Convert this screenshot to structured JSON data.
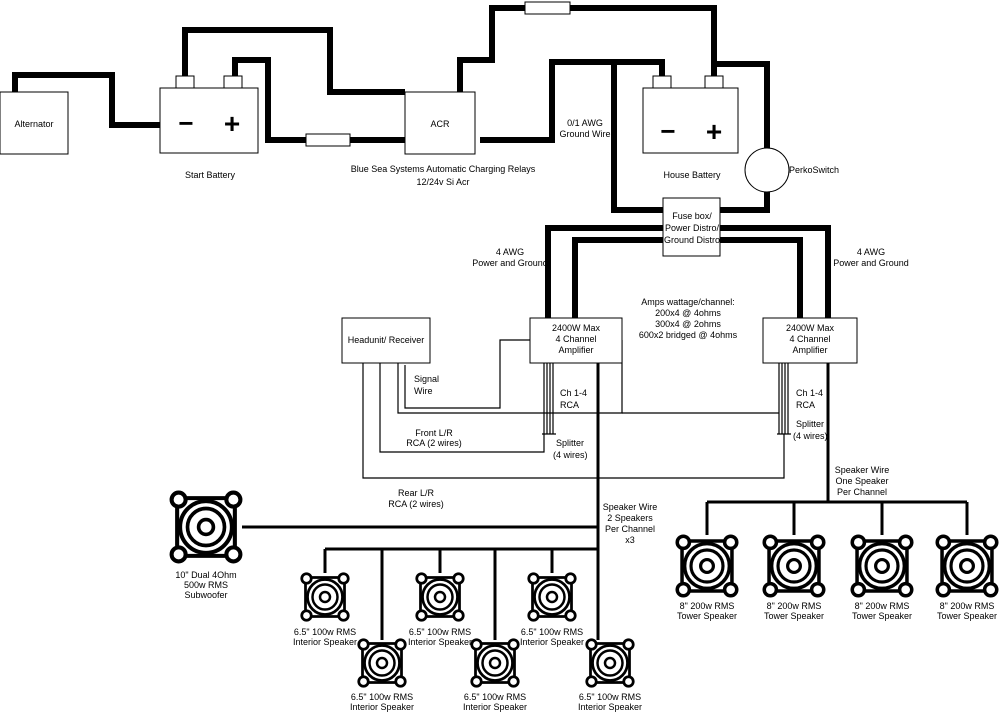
{
  "components": {
    "alternator": "Alternator",
    "start_battery": "Start Battery",
    "acr": "ACR",
    "acr_caption": [
      "Blue Sea Systems Automatic Charging Relays",
      "12/24v Si Acr"
    ],
    "house_battery": "House Battery",
    "perko_switch": "PerkoSwitch",
    "fuse_box": [
      "Fuse box/",
      "Power Distro/",
      "Ground Distro"
    ],
    "headunit": "Headunit/ Receiver",
    "amp_left": [
      "2400W Max",
      "4 Channel",
      "Amplifier"
    ],
    "amp_right": [
      "2400W Max",
      "4 Channel",
      "Amplifier"
    ],
    "subwoofer": [
      "10\" Dual 4Ohm",
      "500w RMS",
      "Subwoofer"
    ]
  },
  "battery_signs": {
    "minus": "−",
    "plus": "+"
  },
  "labels": {
    "ground_wire": [
      "0/1 AWG",
      "Ground Wire"
    ],
    "awg_left": [
      "4 AWG",
      "Power and Ground"
    ],
    "awg_right": [
      "4 AWG",
      "Power and Ground"
    ],
    "amps_wattage": [
      "Amps wattage/channel:",
      "200x4 @ 4ohms",
      "300x4 @ 2ohms",
      "600x2 bridged @ 4ohms"
    ],
    "signal_wire": [
      "Signal",
      "Wire"
    ],
    "rca_left": [
      "Ch 1-4",
      "RCA"
    ],
    "rca_right": [
      "Ch 1-4",
      "RCA"
    ],
    "splitter_left": [
      "Splitter",
      "(4 wires)"
    ],
    "splitter_right": [
      "Splitter",
      "(4 wires)"
    ],
    "front_rca": [
      "Front L/R",
      "RCA (2 wires)"
    ],
    "rear_rca": [
      "Rear L/R",
      "RCA (2 wires)"
    ],
    "speaker_wire_left": [
      "Speaker Wire",
      "2 Speakers",
      "Per Channel",
      "x3"
    ],
    "speaker_wire_right": [
      "Speaker Wire",
      "One Speaker",
      "Per Channel"
    ]
  },
  "interior_speaker": [
    "6.5\" 100w RMS",
    "Interior Speaker"
  ],
  "tower_speaker": [
    "8\" 200w RMS",
    "Tower Speaker"
  ],
  "interior_speakers_top_count": 3,
  "interior_speakers_bottom_count": 3,
  "tower_speakers_count": 4
}
